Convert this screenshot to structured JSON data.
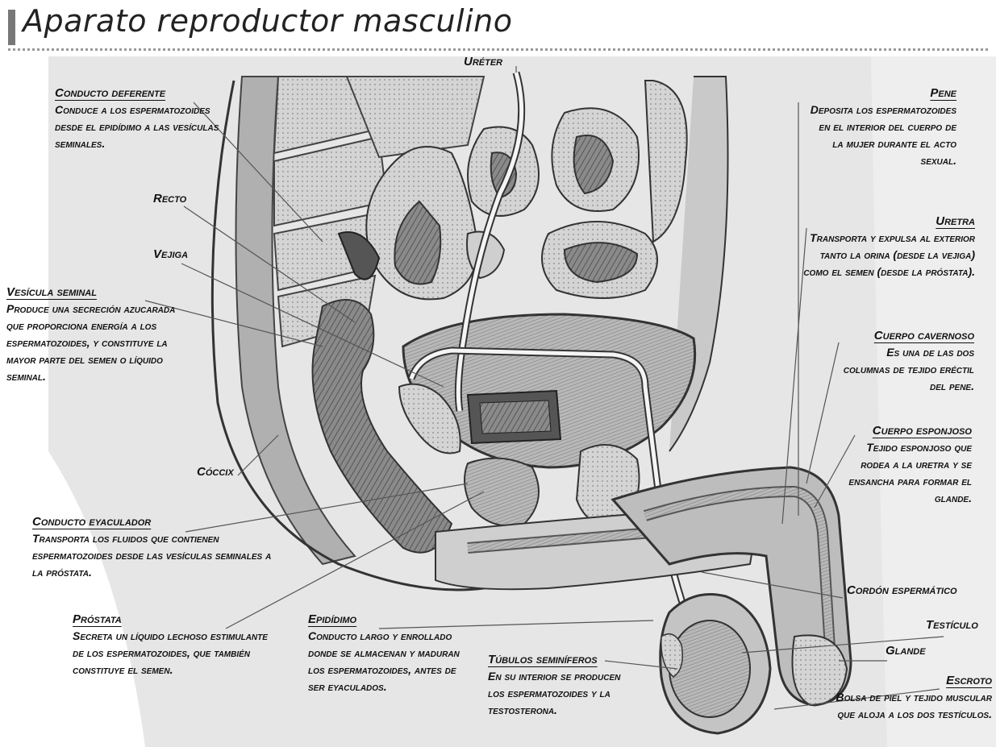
{
  "title": "Aparato reproductor masculino",
  "labels": {
    "ureter": {
      "name": "Uréter"
    },
    "conducto_deferente": {
      "name": "Conducto deferente",
      "desc": "Conduce a los espermatozoides desde el epidídimo a las vesículas seminales."
    },
    "recto": {
      "name": "Recto"
    },
    "vejiga": {
      "name": "Vejiga"
    },
    "vesicula_seminal": {
      "name": "Vesícula seminal",
      "desc": "Produce una secreción azucarada que proporciona energía a los espermatozoides, y constituye la mayor parte del semen o líquido seminal."
    },
    "coccix": {
      "name": "Cóccix"
    },
    "conducto_eyaculador": {
      "name": "Conducto eyaculador",
      "desc": "Transporta los fluidos que contienen espermatozoides desde las vesículas seminales a la próstata."
    },
    "prostata": {
      "name": "Próstata",
      "desc": "Secreta un líquido lechoso estimulante de los espermatozoides, que también constituye el semen."
    },
    "epididimo": {
      "name": "Epidídimo",
      "desc": "Conducto largo y enrollado donde se almacenan y maduran los espermatozoides, antes de ser eyaculados."
    },
    "tubulos_seminiferos": {
      "name": "Túbulos seminíferos",
      "desc": "En su interior se producen los espermatozoides y la testosterona."
    },
    "pene": {
      "name": "Pene",
      "desc": "Deposita los espermatozoides en el interior del cuerpo de la mujer durante el acto sexual."
    },
    "uretra": {
      "name": "Uretra",
      "desc": "Transporta y expulsa al exterior tanto la orina (desde la vejiga) como el semen (desde la próstata)."
    },
    "cuerpo_cavernoso": {
      "name": "Cuerpo cavernoso",
      "desc": "Es una de las dos columnas de tejido eréctil del pene."
    },
    "cuerpo_esponjoso": {
      "name": "Cuerpo esponjoso",
      "desc": "Tejido esponjoso que rodea a la uretra y se ensancha para formar el glande."
    },
    "cordon_espermatico": {
      "name": "Cordón espermático"
    },
    "testiculo": {
      "name": "Testículo"
    },
    "glande": {
      "name": "Glande"
    },
    "escroto": {
      "name": "Escroto",
      "desc": "Bolsa de piel y tejido muscular que aloja a los dos testículos."
    }
  }
}
